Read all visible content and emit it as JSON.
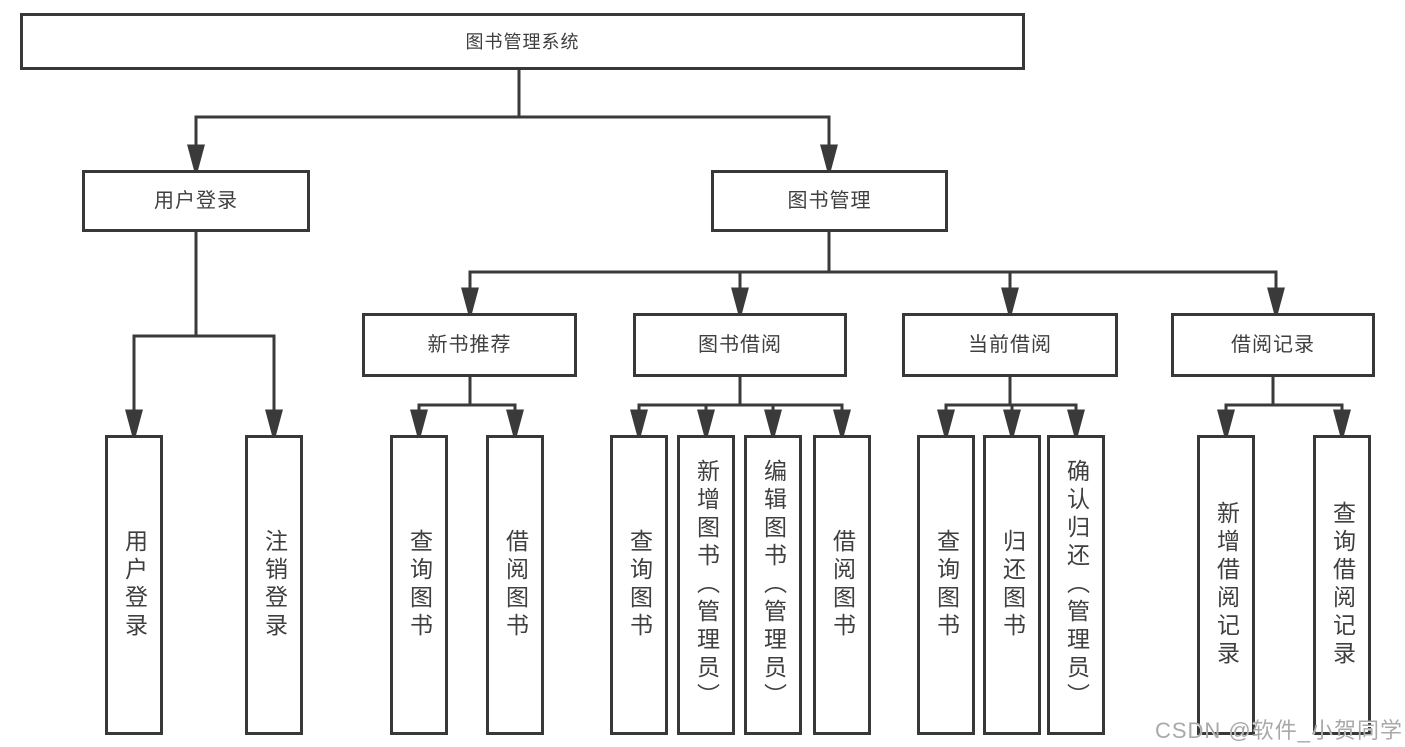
{
  "root": {
    "label": "图书管理系统"
  },
  "level1": {
    "user_login": {
      "label": "用户登录"
    },
    "book_mgmt": {
      "label": "图书管理"
    }
  },
  "level2": {
    "new_books": {
      "label": "新书推荐"
    },
    "book_borrow": {
      "label": "图书借阅"
    },
    "current_borrow": {
      "label": "当前借阅"
    },
    "borrow_records": {
      "label": "借阅记录"
    }
  },
  "leaves": {
    "user_login": [
      "用户登录",
      "注销登录"
    ],
    "new_books": [
      "查询图书",
      "借阅图书"
    ],
    "book_borrow": [
      "查询图书",
      "新增图书（管理员）",
      "编辑图书（管理员）",
      "借阅图书"
    ],
    "current_borrow": [
      "查询图书",
      "归还图书",
      "确认归还（管理员）"
    ],
    "borrow_records": [
      "新增借阅记录",
      "查询借阅记录"
    ]
  },
  "watermark": "CSDN @软件_小贺同学",
  "colors": {
    "line": "#3a3a3a",
    "border": "#383838",
    "text": "#3f3f3f",
    "watermark": "#a9a9a9",
    "background": "#ffffff"
  }
}
